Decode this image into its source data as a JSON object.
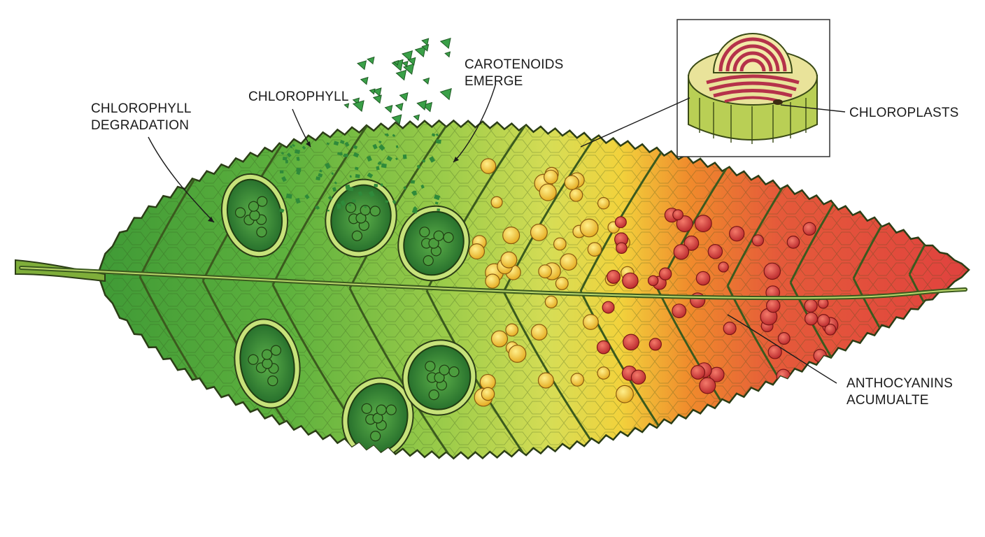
{
  "labels": {
    "chlorophyll_degradation": {
      "line1": "CHLOROPHYLL",
      "line2": "DEGRADATION"
    },
    "chlorophyll": "CHLOROPHYLL",
    "carotenoids_emerge": {
      "line1": "CAROTENOIDS",
      "line2": "EMERGE"
    },
    "chloroplasts": "CHLOROPLASTS",
    "anthocyanins_accumulate": {
      "line1": "ANTHOCYANINS",
      "line2": "ACUMUALTE"
    }
  },
  "colors": {
    "chlorophyll_green": "#3f9a36",
    "light_green": "#9ccc4a",
    "carotenoid_yellow": "#f2d23c",
    "orange": "#f08a2c",
    "anthocyanin_red": "#e0423e",
    "vein": "#3b5a1e",
    "outline": "#2b3d16"
  }
}
